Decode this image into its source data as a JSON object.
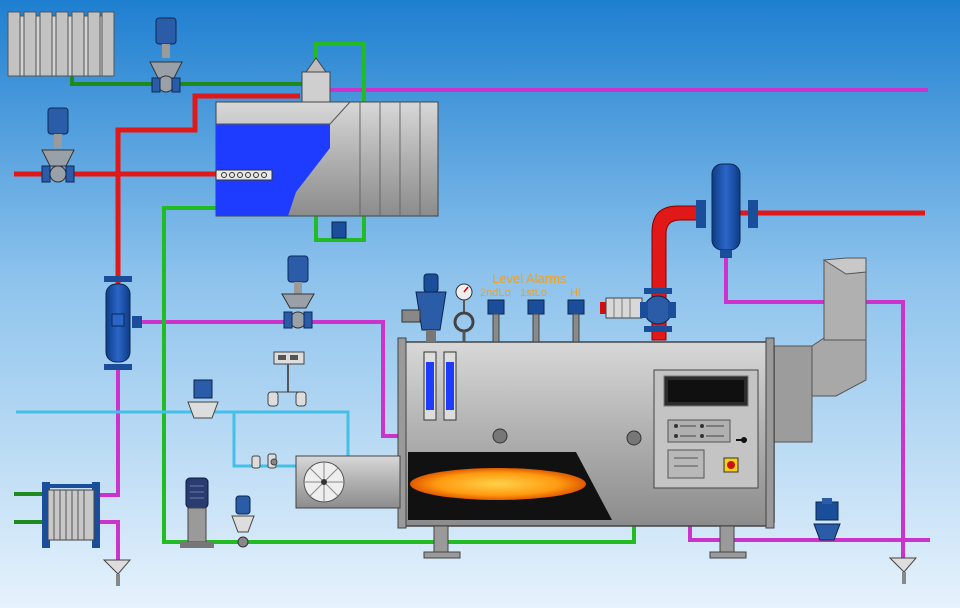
{
  "labels": {
    "title": "Level Alarms",
    "alarm_2nd_lo": "2ndLo",
    "alarm_1st_lo": "1stLo",
    "alarm_hi": "Hi"
  },
  "colors": {
    "background_top": "#1e7fd0",
    "background_bottom": "#d9ecfb",
    "steam_pipe": "#e01818",
    "feedwater_pipe": "#22bb22",
    "blowdown_pipe": "#cc33cc",
    "water_pipe": "#44c0e8",
    "condensate_pipe": "#1e8a1e",
    "valve_blue": "#1a4e9a",
    "vessel_gray": "#b8b8b8",
    "tank_water": "#1e3cff",
    "flame_orange": "#ff9a10",
    "label_orange": "#f0a020"
  },
  "icons": [
    "radiator-icon",
    "control-valve-icon",
    "safety-valve-icon",
    "pressure-gauge-icon",
    "level-switch-icon",
    "sight-glass-icon",
    "burner-fan-icon",
    "pump-icon",
    "heat-exchanger-icon",
    "drain-funnel-icon",
    "steam-separator-icon",
    "control-panel-icon"
  ]
}
